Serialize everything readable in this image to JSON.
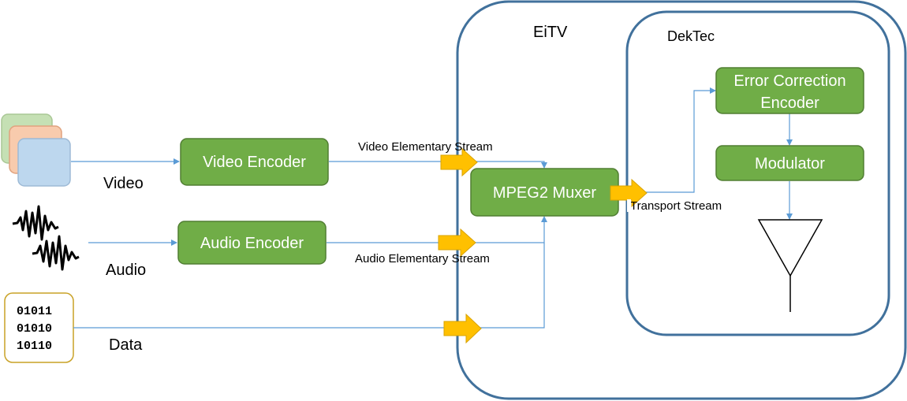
{
  "colors": {
    "box_fill": "#70ad47",
    "box_stroke": "#507e32",
    "container_stroke": "#41719c",
    "connector": "#5b9bd5",
    "arrow_fill": "#ffc000",
    "video_card_colors": [
      "#c5e0b4",
      "#f8cbad",
      "#bdd7ee"
    ],
    "data_card_stroke": "#c9a227"
  },
  "containers": {
    "eitv": "EiTV",
    "dektec": "DekTec"
  },
  "sources": {
    "video": "Video",
    "audio": "Audio",
    "data": "Data",
    "data_bits": [
      "01011",
      "01010",
      "10110"
    ]
  },
  "blocks": {
    "video_encoder": "Video Encoder",
    "audio_encoder": "Audio Encoder",
    "muxer": "MPEG2 Muxer",
    "fec_line1": "Error Correction",
    "fec_line2": "Encoder",
    "modulator": "Modulator"
  },
  "streams": {
    "video": "Video Elementary Stream",
    "audio": "Audio Elementary Stream",
    "transport": "Transport Stream"
  },
  "icons": {
    "video_source": "stacked-frames-icon",
    "audio_source": "waveform-icon",
    "data_source": "binary-data-icon",
    "antenna": "antenna-icon",
    "flow_arrow": "block-arrow-icon"
  }
}
